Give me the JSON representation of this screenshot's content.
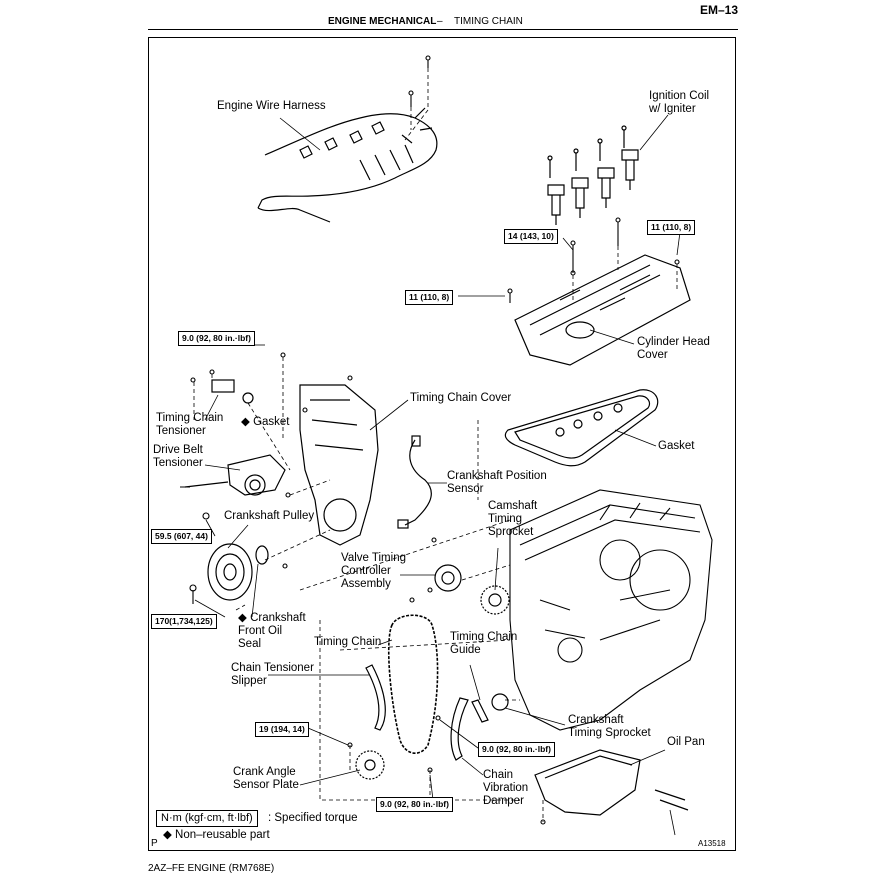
{
  "header": {
    "section": "ENGINE MECHANICAL",
    "dash": "–",
    "subsection": "TIMING CHAIN",
    "page_number": "EM–13"
  },
  "labels": {
    "engine_wire_harness": "Engine Wire Harness",
    "ignition_coil": "Ignition Coil\nw/ Igniter",
    "cylinder_head_cover": "Cylinder Head\nCover",
    "timing_chain_tensioner": "Timing Chain\nTensioner",
    "gasket_tensioner": "Gasket",
    "timing_chain_cover": "Timing Chain Cover",
    "gasket_cover": "Gasket",
    "drive_belt_tensioner": "Drive Belt\nTensioner",
    "crankshaft_position_sensor": "Crankshaft Position\nSensor",
    "crankshaft_pulley": "Crankshaft Pulley",
    "camshaft_timing_sprocket": "Camshaft\nTiming\nSprocket",
    "valve_timing_controller": "Valve Timing\nController\nAssembly",
    "crankshaft_front_oil_seal": "Crankshaft\nFront Oil\nSeal",
    "timing_chain": "Timing Chain",
    "timing_chain_guide": "Timing Chain\nGuide",
    "chain_tensioner_slipper": "Chain Tensioner\nSlipper",
    "crankshaft_timing_sprocket": "Crankshaft\nTiming Sprocket",
    "oil_pan": "Oil Pan",
    "crank_angle_sensor_plate": "Crank Angle\nSensor Plate",
    "chain_vibration_damper": "Chain\nVibration\nDamper"
  },
  "torques": {
    "t1": "14 (143, 10)",
    "t2": "11 (110, 8)",
    "t3": "11 (110, 8)",
    "t4": "9.0 (92, 80 in.·lbf)",
    "t5": "59.5 (607, 44)",
    "t6": "170(1,734,125)",
    "t7": "19 (194, 14)",
    "t8": "9.0 (92, 80 in.·lbf)",
    "t9": "9.0 (92, 80 in.·lbf)"
  },
  "legend": {
    "unit_box": "N·m (kgf·cm, ft·lbf)",
    "unit_text": ": Specified torque",
    "non_reusable": "◆ Non–reusable part",
    "p_mark": "P",
    "figure_id": "A13518"
  },
  "footer": {
    "engine": "2AZ–FE ENGINE   (RM768E)"
  },
  "markers": {
    "diamond": "◆"
  }
}
